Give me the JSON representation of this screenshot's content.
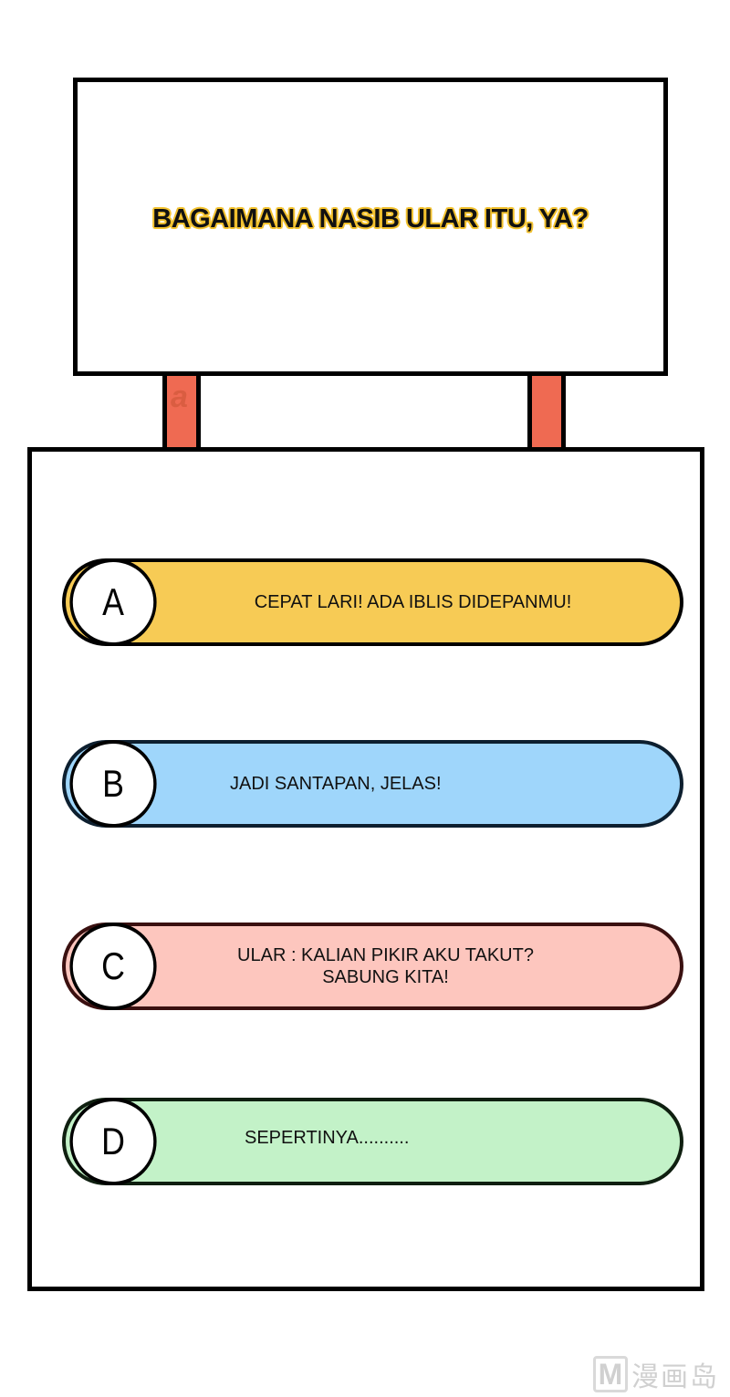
{
  "sign": {
    "title": "BAGAIMANA NASIB ULAR ITU, YA?",
    "title_outline_color": "#f2c12e",
    "post_color": "#ef6a52",
    "post_mark": "a"
  },
  "options": [
    {
      "letter": "A",
      "text": "CEPAT LARI! ADA IBLIS DIDEPANMU!",
      "color": "#f7cb55",
      "border": "#000000"
    },
    {
      "letter": "B",
      "text": "JADI SANTAPAN, JELAS!",
      "color": "#9fd6fb",
      "border": "#0d1f2f"
    },
    {
      "letter": "C",
      "text": "ULAR : KALIAN PIKIR AKU TAKUT?\nSABUNG KITA!",
      "color": "#fdc6be",
      "border": "#3a1010"
    },
    {
      "letter": "D",
      "text": "SEPERTINYA..........",
      "color": "#c3f2c8",
      "border": "#0f1f10"
    }
  ],
  "watermark": {
    "logo": "M",
    "text": "漫画岛"
  }
}
